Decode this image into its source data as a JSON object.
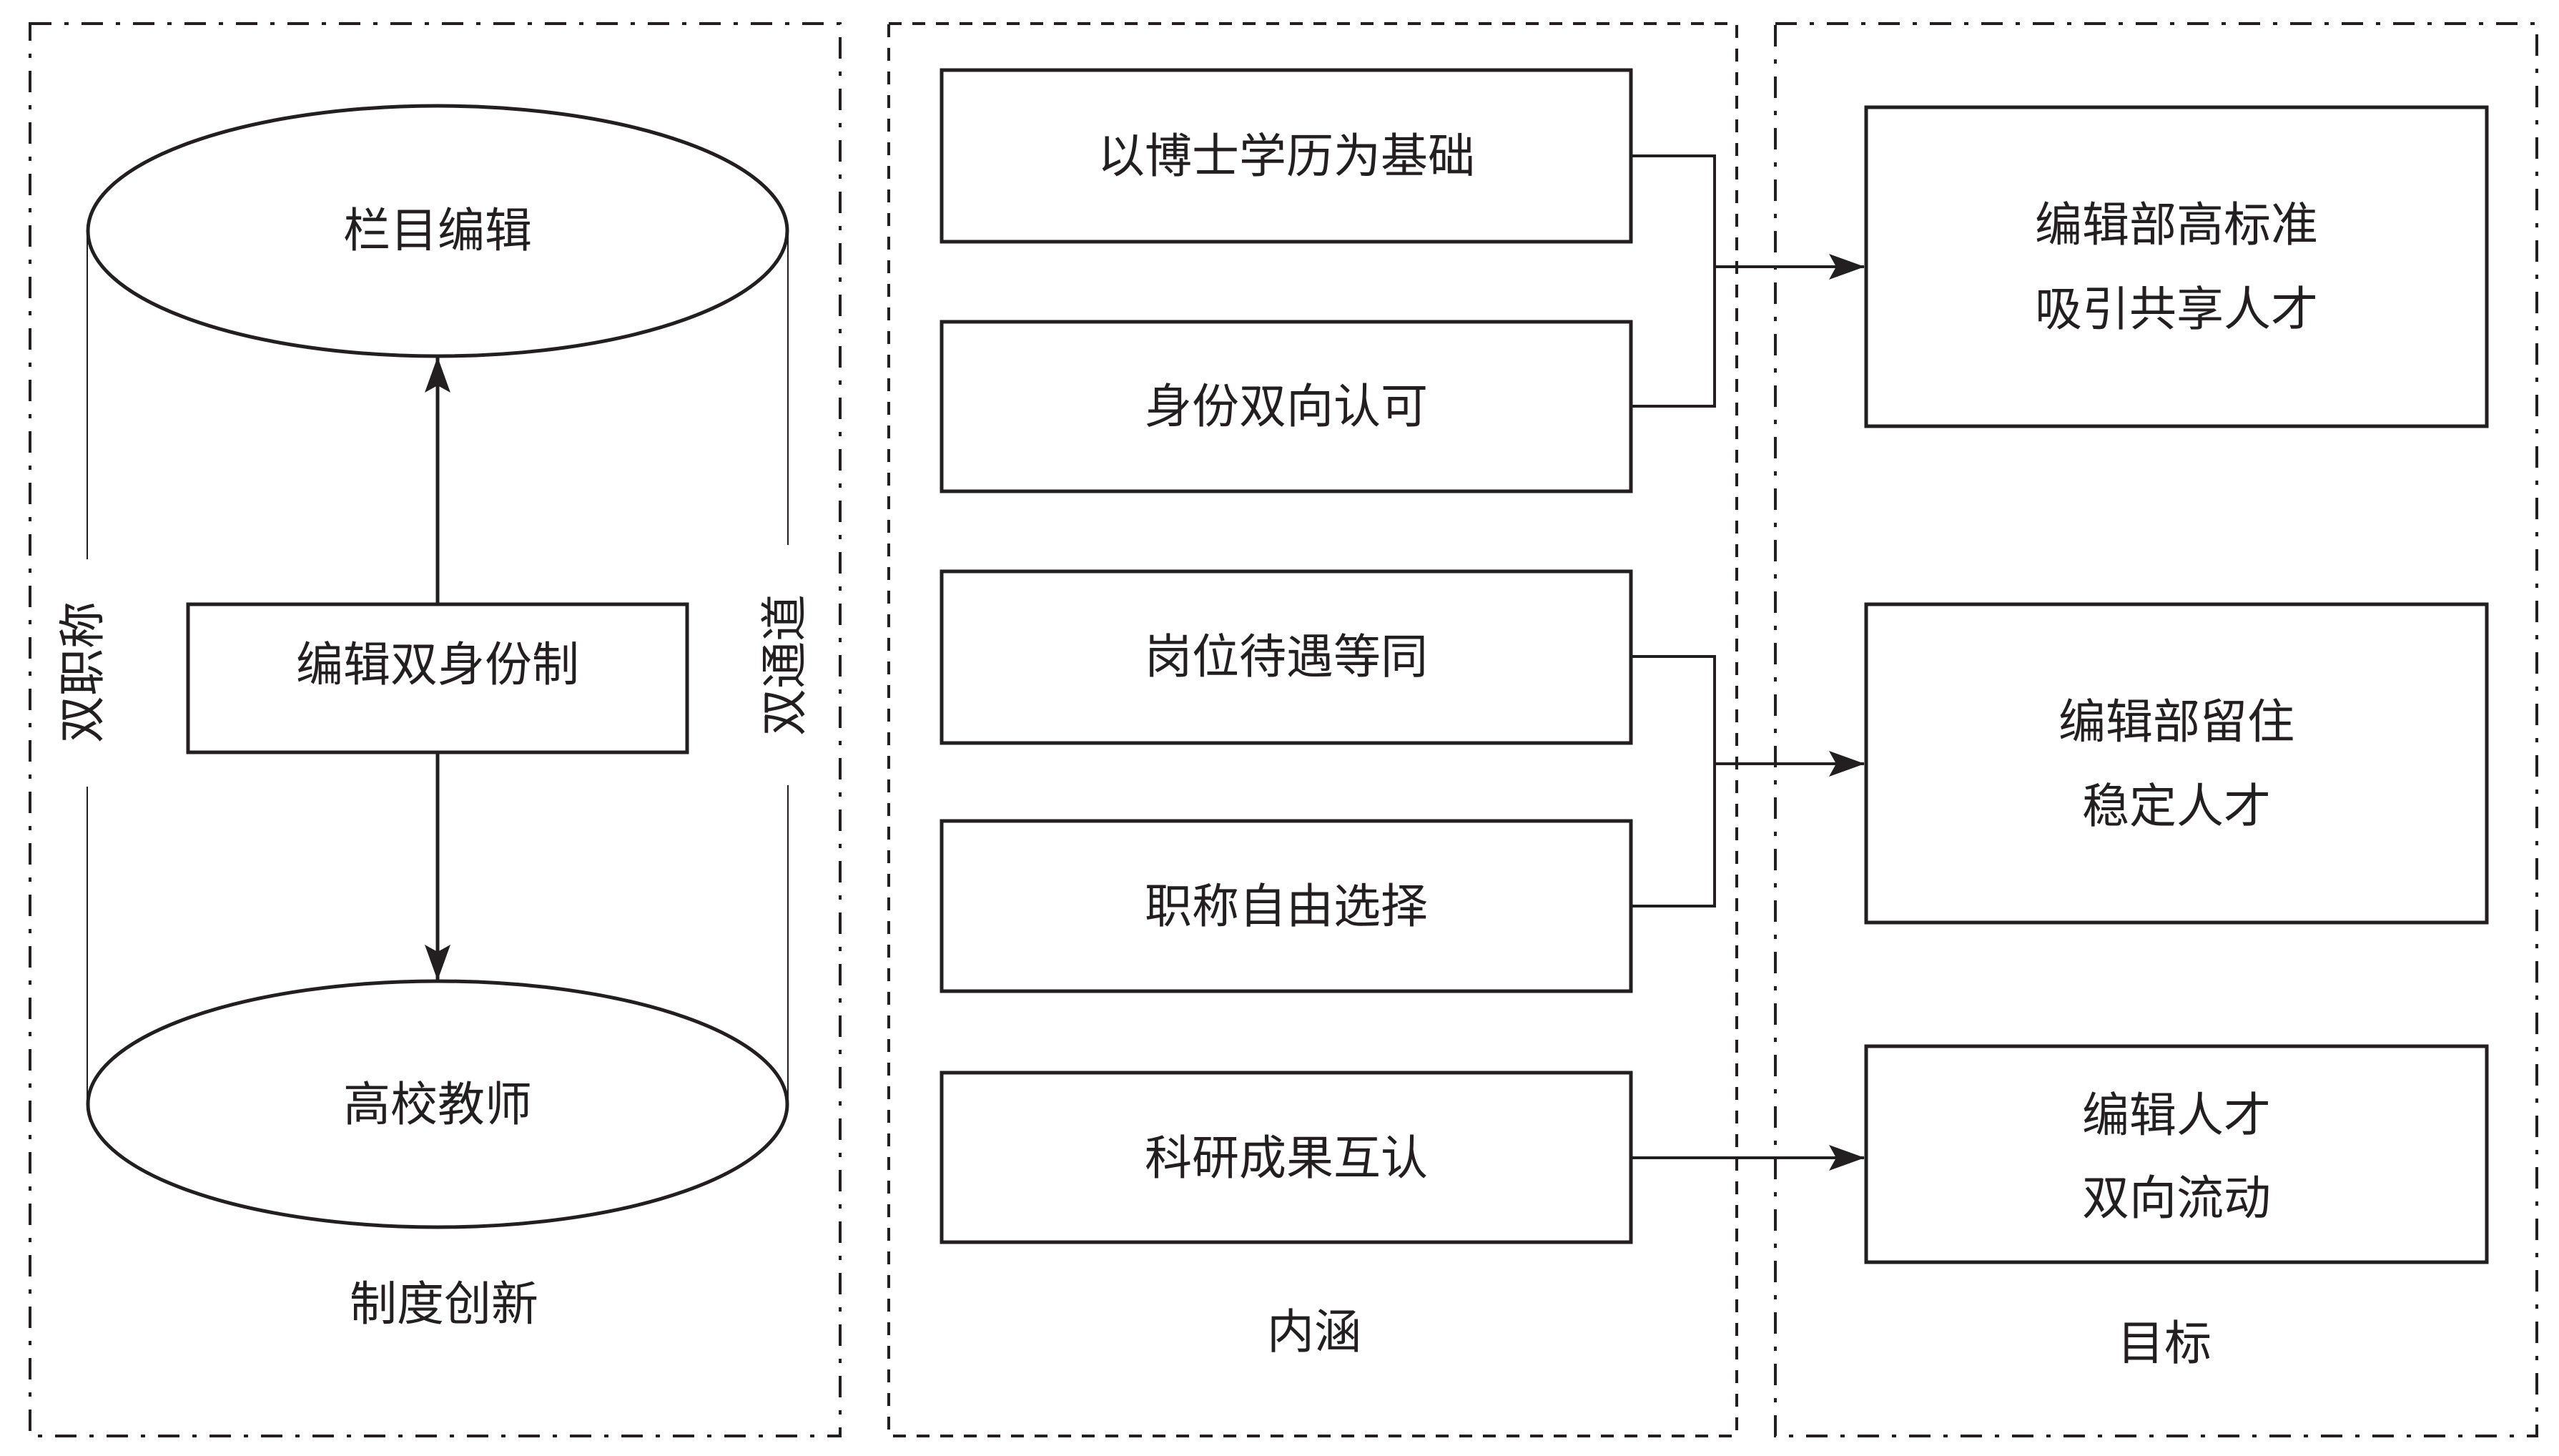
{
  "left_panel": {
    "title": "制度创新",
    "top_node": "栏目编辑",
    "center_node": "编辑双身份制",
    "bottom_node": "高校教师",
    "left_side_label": "双职称",
    "right_side_label": "双通道"
  },
  "middle_panel": {
    "title": "内涵",
    "items": [
      {
        "label": "以博士学历为基础"
      },
      {
        "label": "身份双向认可"
      },
      {
        "label": "岗位待遇等同"
      },
      {
        "label": "职称自由选择"
      },
      {
        "label": "科研成果互认"
      }
    ]
  },
  "right_panel": {
    "title": "目标",
    "goals": [
      {
        "line1": "编辑部高标准",
        "line2": "吸引共享人才"
      },
      {
        "line1": "编辑部留住",
        "line2": "稳定人才"
      },
      {
        "line1": "编辑人才",
        "line2": "双向流动"
      }
    ]
  },
  "colors": {
    "stroke": "#231f20",
    "background": "#ffffff"
  }
}
